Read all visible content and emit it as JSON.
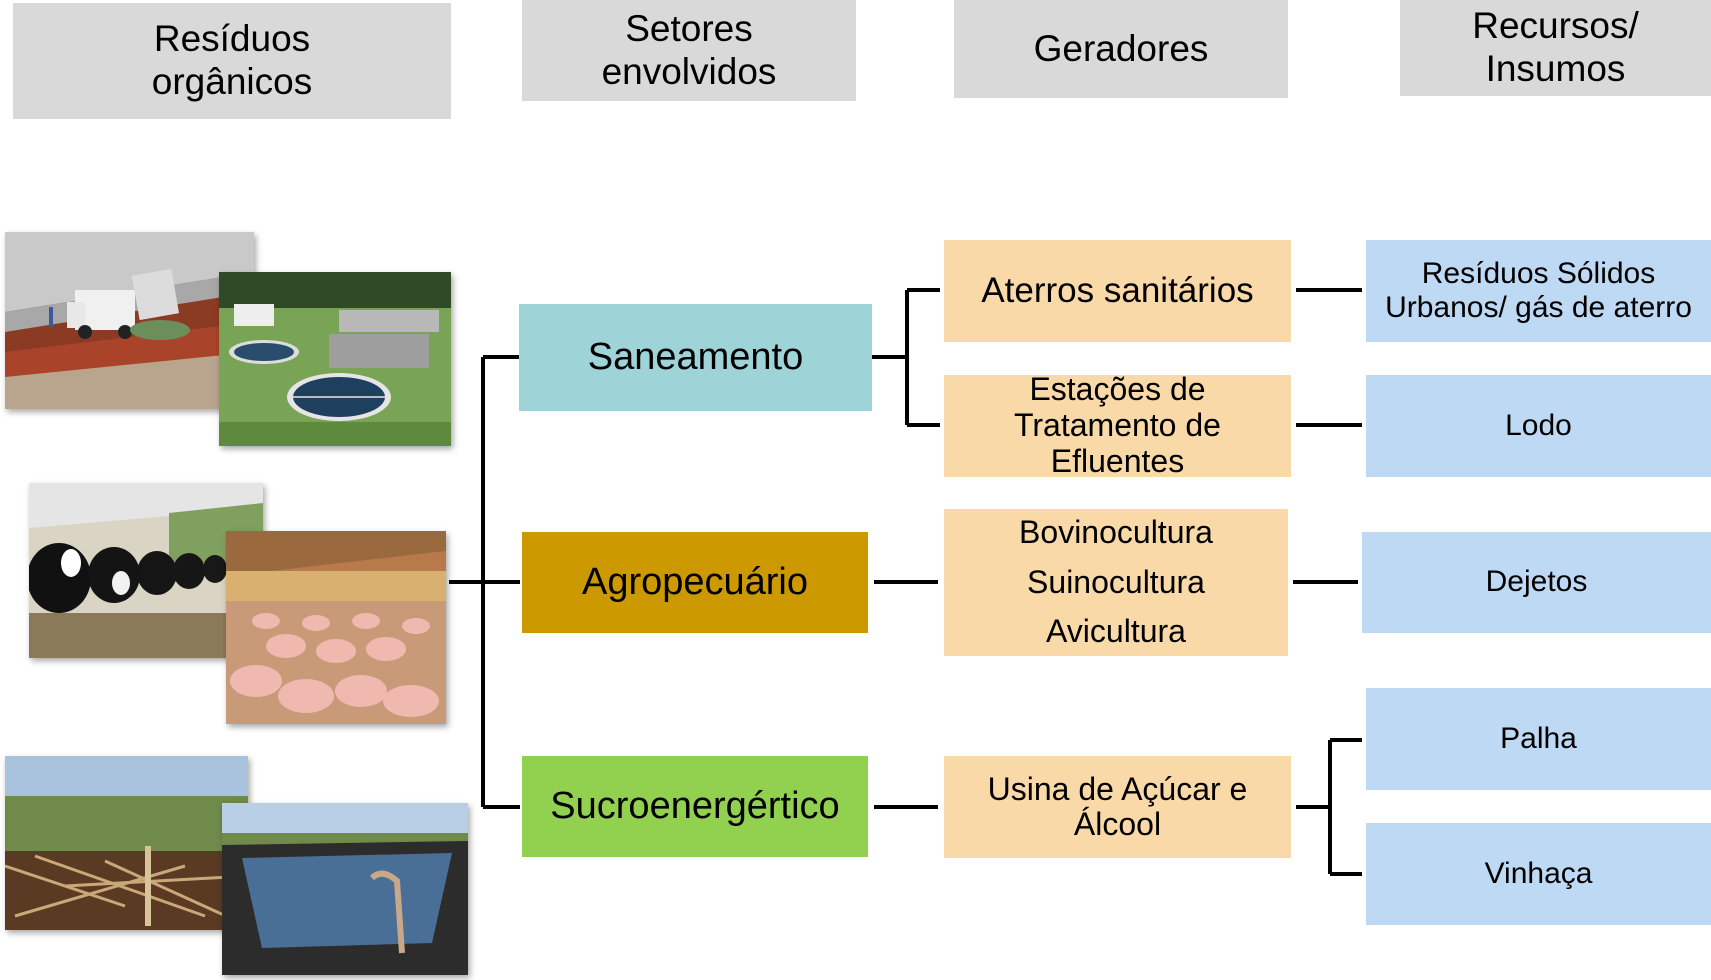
{
  "headers": {
    "residuos": "Resíduos\norgânicos",
    "setores": "Setores\nenvolvidos",
    "geradores": "Geradores",
    "recursos": "Recursos/\nInsumos"
  },
  "sectors": {
    "saneamento": "Saneamento",
    "agropecuario": "Agropecuário",
    "sucroenergetico": "Sucroenergértico"
  },
  "generators": {
    "aterros": [
      "Aterros sanitários"
    ],
    "estacoes": [
      "Estações de",
      "Tratamento de",
      "Efluentes"
    ],
    "animais": [
      "Bovinocultura",
      "Suinocultura",
      "Avicultura"
    ],
    "usina": [
      "Usina de Açúcar e",
      "Álcool"
    ]
  },
  "resources": {
    "rsu": [
      "Resíduos Sólidos",
      "Urbanos/ gás de aterro"
    ],
    "lodo": [
      "Lodo"
    ],
    "dejetos": [
      "Dejetos"
    ],
    "palha": [
      "Palha"
    ],
    "vinhaca": [
      "Vinhaça"
    ]
  },
  "colors": {
    "header_bg": "#d9d9d9",
    "saneamento": "#9ed3d8",
    "agropecuario": "#cc9900",
    "sucroenergetico": "#92d050",
    "generator_bg": "#f9d9a8",
    "resource_bg": "#bdd9f3",
    "connector": "#000000"
  },
  "photos": [
    "landfill-truck-photo",
    "treatment-plant-photo",
    "dairy-cows-photo",
    "pig-barn-photo",
    "sugarcane-straw-photo",
    "vinasse-pond-photo"
  ]
}
